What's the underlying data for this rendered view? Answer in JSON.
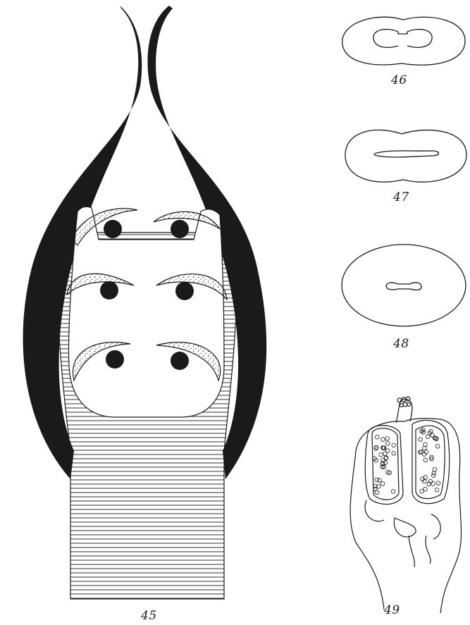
{
  "figures": {
    "fig45": {
      "label": "45"
    },
    "fig46": {
      "label": "46"
    },
    "fig47": {
      "label": "47"
    },
    "fig48": {
      "label": "48"
    },
    "fig49": {
      "label": "49"
    }
  },
  "colors": {
    "ink": "#1a1a1a",
    "paper": "#ffffff"
  }
}
